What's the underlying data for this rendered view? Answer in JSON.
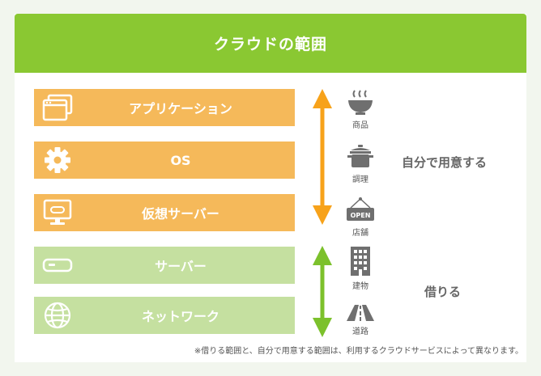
{
  "header": {
    "title": "クラウドの範囲"
  },
  "layers": [
    {
      "label": "アプリケーション",
      "icon": "app-window-icon"
    },
    {
      "label": "OS",
      "icon": "gear-icon"
    },
    {
      "label": "仮想サーバー",
      "icon": "monitor-icon"
    },
    {
      "label": "サーバー",
      "icon": "server-icon"
    },
    {
      "label": "ネットワーク",
      "icon": "globe-icon"
    }
  ],
  "steps": [
    {
      "caption": "商品",
      "icon": "bowl-icon"
    },
    {
      "caption": "調理",
      "icon": "pot-icon"
    },
    {
      "caption": "店舗",
      "icon": "open-sign-icon",
      "sign_text": "OPEN"
    },
    {
      "caption": "建物",
      "icon": "building-icon"
    },
    {
      "caption": "道路",
      "icon": "road-icon"
    }
  ],
  "labels": {
    "self_prepared": "自分で用意する",
    "borrowed": "借りる"
  },
  "note": "※借りる範囲と、自分で用意する範囲は、利用するクラウドサービスによって異なります。",
  "colors": {
    "header": "#8ac832",
    "own_layer": "#f5b95a",
    "borrowed_layer": "#c5e0a0",
    "own_arrow": "#f7a21a",
    "borrowed_arrow": "#7cc12c",
    "icon_gray": "#6f6f6f"
  }
}
